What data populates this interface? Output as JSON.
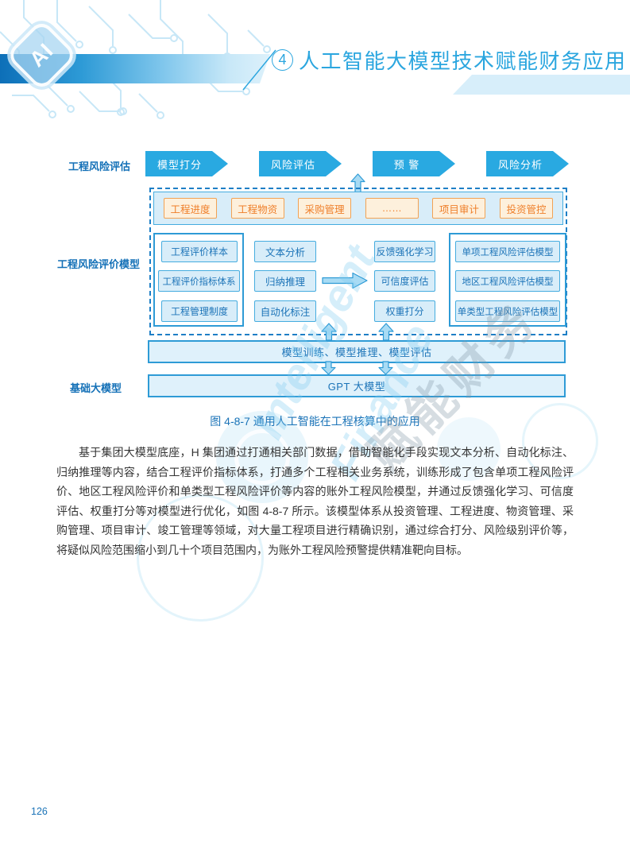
{
  "header": {
    "chapter_number": "4",
    "title": "人工智能大模型技术赋能财务应用",
    "chip_label": "AI"
  },
  "diagram": {
    "row_labels": [
      "工程风险评估",
      "工程风险评价模型",
      "基础大模型"
    ],
    "flow_steps": [
      "模型打分",
      "风险评估",
      "预 警",
      "风险分析"
    ],
    "business_boxes": [
      "工程进度",
      "工程物资",
      "采购管理",
      "……",
      "项目审计",
      "投资管控"
    ],
    "knowledge_boxes": [
      "工程评价样本",
      "工程评价指标体系",
      "工程管理制度"
    ],
    "nlp_boxes": [
      "文本分析",
      "归纳推理",
      "自动化标注"
    ],
    "optimize_boxes": [
      "反馈强化学习",
      "可信度评估",
      "权重打分"
    ],
    "model_boxes": [
      "单项工程风险评估模型",
      "地区工程风险评估模型",
      "单类型工程风险评估模型"
    ],
    "train_bar": "模型训练、模型推理、模型评估",
    "base_bar": "GPT 大模型",
    "caption": "图 4-8-7 通用人工智能在工程核算中的应用"
  },
  "watermarks": {
    "en_line1": "Intelligent",
    "en_line2": "Finance",
    "cn": "赋能财务"
  },
  "body": {
    "paragraph": "基于集团大模型底座，H 集团通过打通相关部门数据，借助智能化手段实现文本分析、自动化标注、归纳推理等内容，结合工程评价指标体系，打通多个工程相关业务系统，训练形成了包含单项工程风险评价、地区工程风险评价和单类型工程风险评价等内容的账外工程风险模型，并通过反馈强化学习、可信度评估、权重打分等对模型进行优化，如图 4-8-7 所示。该模型体系从投资管理、工程进度、物资管理、采购管理、项目审计、竣工管理等领域，对大量工程项目进行精确识别，通过综合打分、风险级别评价等，将疑似风险范围缩小到几十个项目范围内，为账外工程风险预警提供精准靶向目标。"
  },
  "footer": {
    "page_number": "126"
  },
  "colors": {
    "accent_blue": "#29a9e1",
    "dark_blue_text": "#1c74b8",
    "light_blue_fill": "#d8edf9",
    "dashed_border": "#1e7fc6",
    "orange_border": "#f2a254",
    "orange_text": "#ef7f2a",
    "title_blue": "#2ba6df"
  }
}
